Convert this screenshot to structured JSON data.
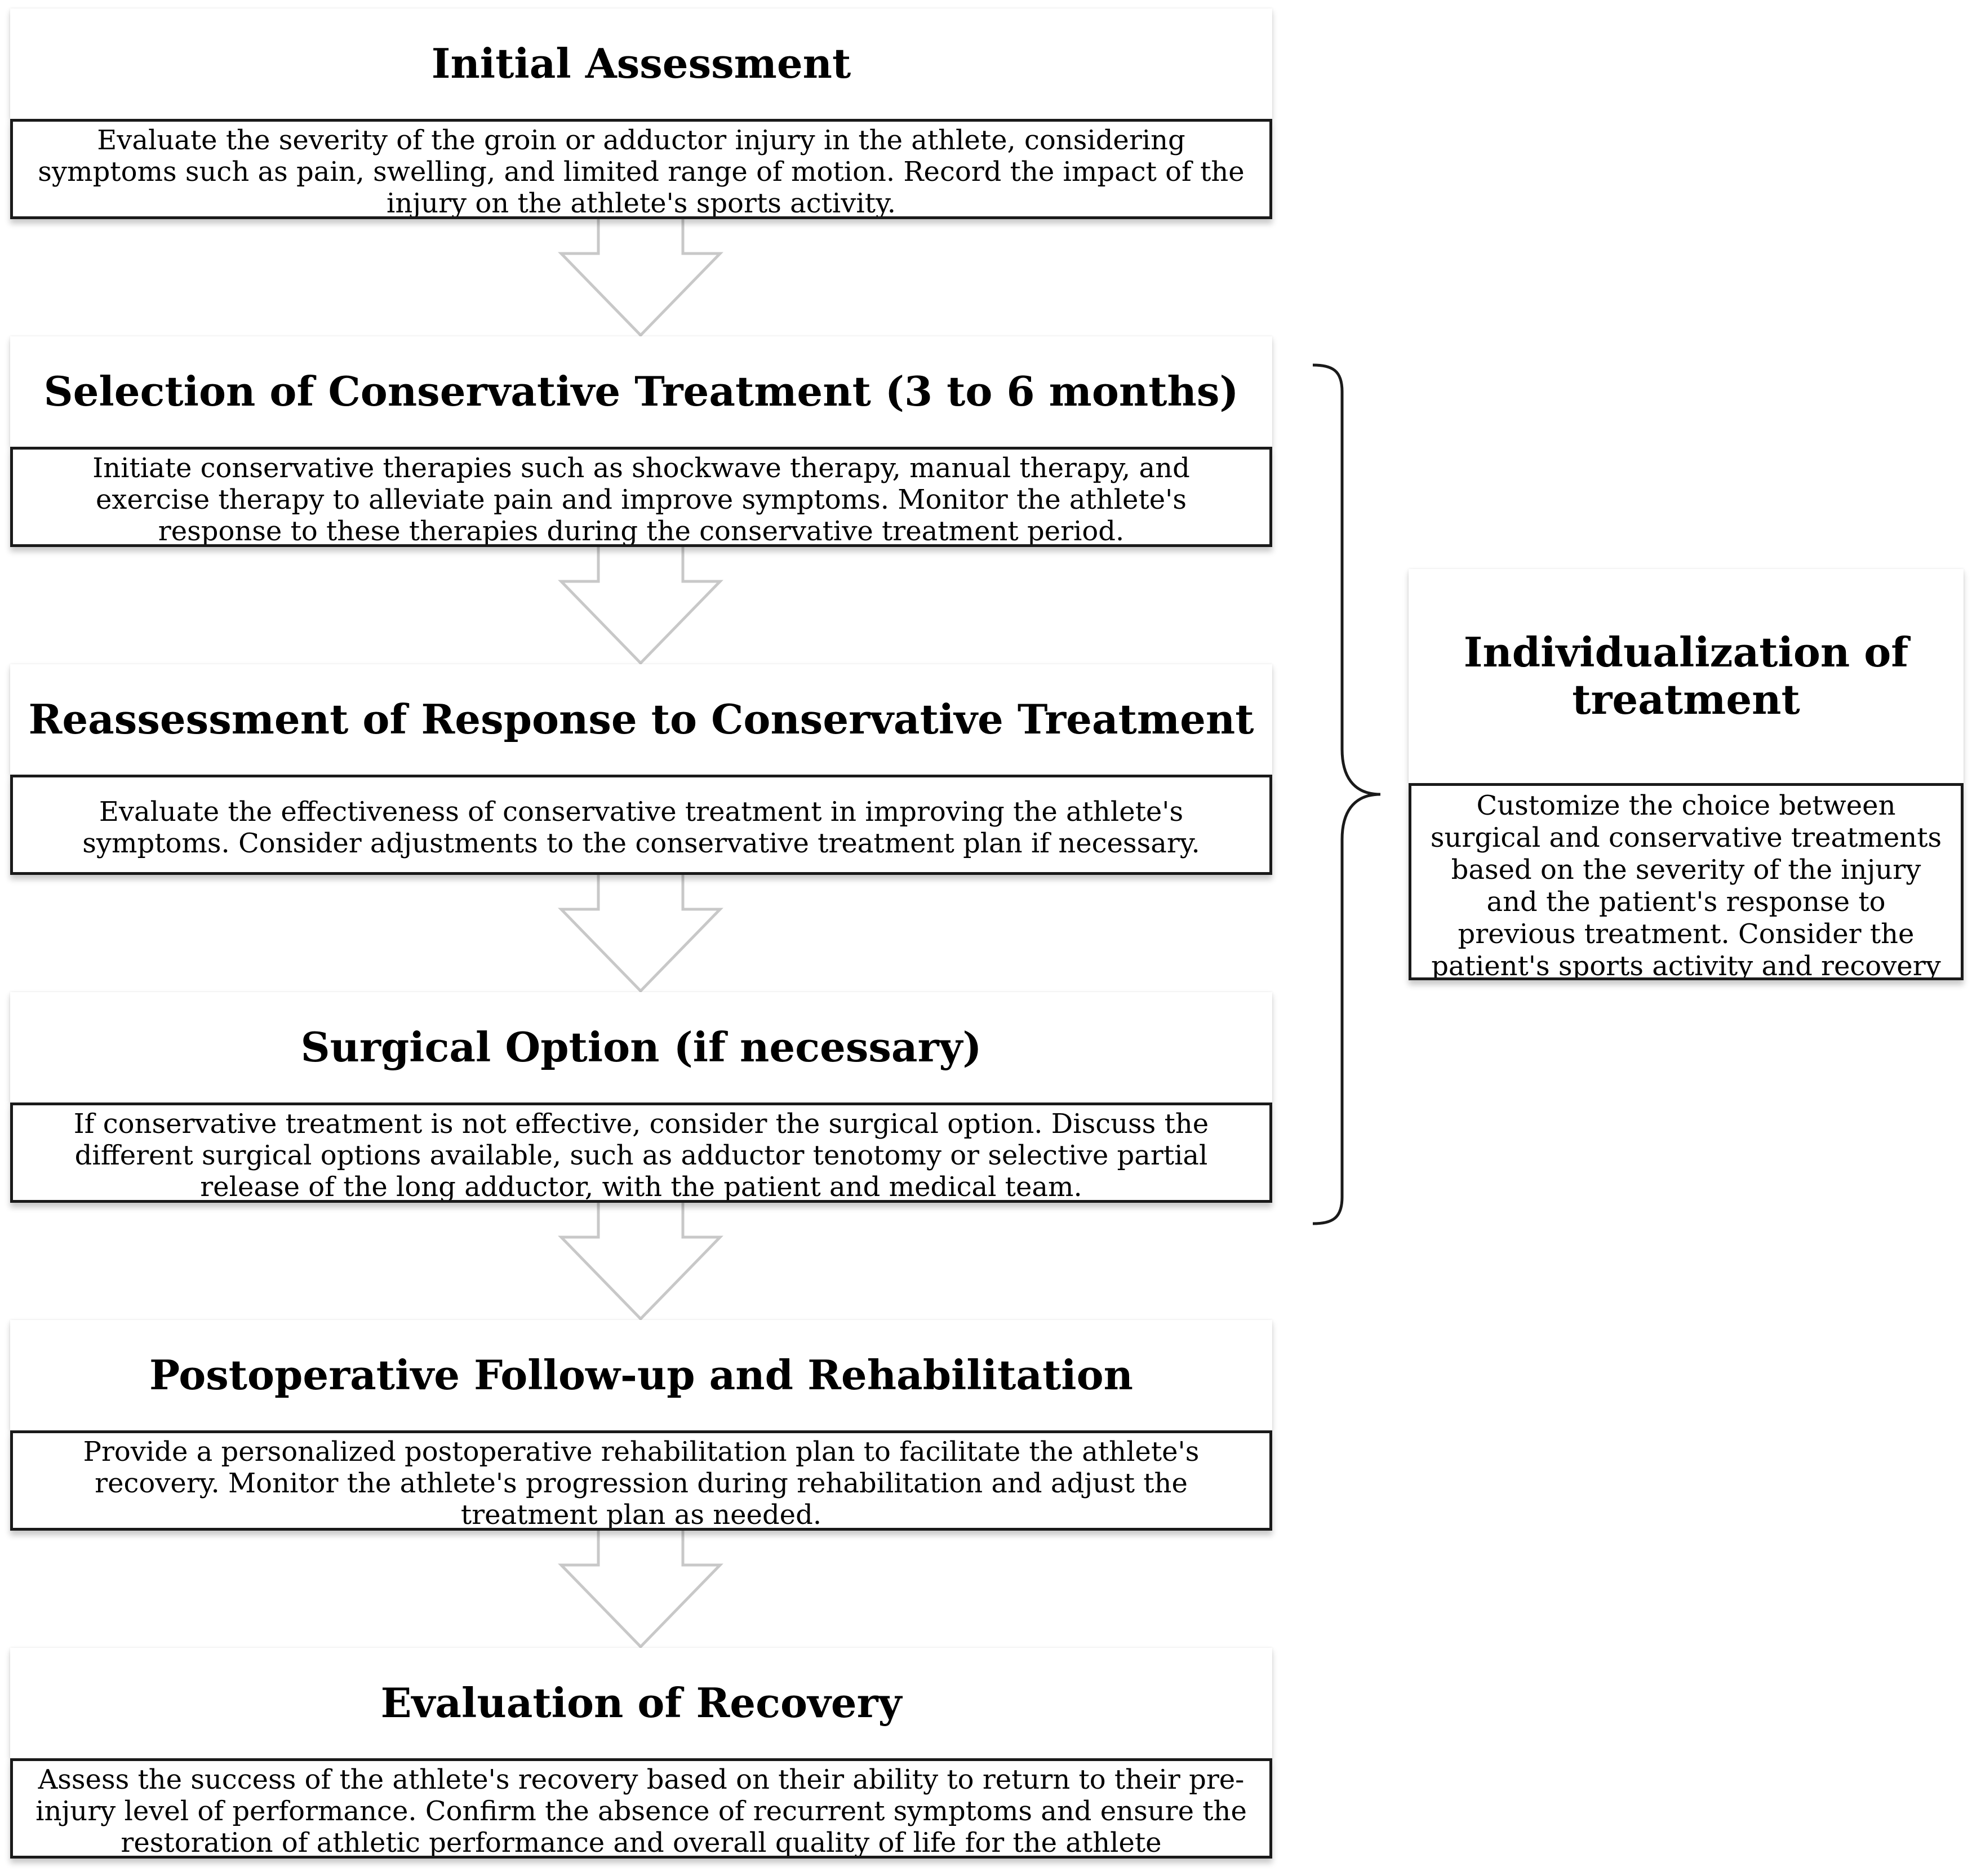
{
  "steps": [
    {
      "title": "Initial Assessment",
      "text": "Evaluate the severity of the groin or adductor injury in the athlete, considering symptoms such as pain, swelling, and limited range of motion. Record the impact of the injury on the athlete's sports activity."
    },
    {
      "title": "Selection of Conservative Treatment (3 to 6 months)",
      "text": "Initiate conservative therapies such as shockwave therapy, manual therapy, and exercise therapy to alleviate pain and improve symptoms. Monitor the athlete's response to these therapies during the conservative treatment period."
    },
    {
      "title": "Reassessment of Response to Conservative Treatment",
      "text": "Evaluate the effectiveness of conservative treatment in improving the athlete's symptoms. Consider adjustments to the conservative treatment plan if necessary."
    },
    {
      "title": "Surgical Option (if necessary)",
      "text": "If conservative treatment is not effective, consider the surgical option. Discuss the different surgical options available, such as adductor tenotomy or selective partial release of the long adductor, with the patient and medical team."
    },
    {
      "title": "Postoperative Follow-up and Rehabilitation",
      "text": "Provide a personalized postoperative rehabilitation plan to facilitate the athlete's recovery. Monitor the athlete's progression during rehabilitation and adjust the treatment plan as needed."
    },
    {
      "title": "Evaluation of Recovery",
      "text": "Assess the success of the athlete's recovery based on their ability to return to their pre-injury level of performance. Confirm the absence of recurrent symptoms and ensure the restoration of athletic performance and overall quality of life for the athlete"
    }
  ],
  "side": {
    "title": "Individualization of treatment",
    "text": "Customize the choice between surgical and conservative treatments based on the severity of the injury and the patient's response to previous treatment. Consider the patient's sports activity and recovery"
  },
  "colors": {
    "border": "#1a1a1a",
    "arrow": "#c8c8c8"
  }
}
